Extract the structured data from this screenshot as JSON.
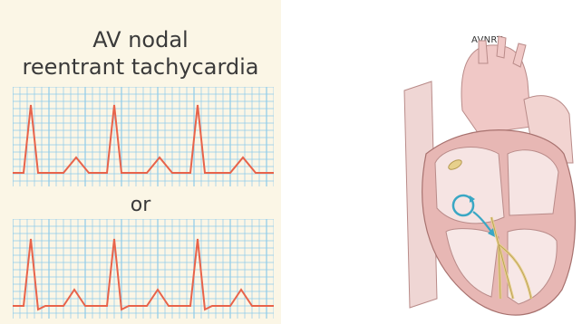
{
  "ecg_panel": {
    "title_line1": "AV nodal",
    "title_line2": "reentrant tachycardia",
    "separator": "or",
    "grid_color": "#8ecbea",
    "trace_color": "#e8634a",
    "background": "#fbf6e6"
  },
  "heart": {
    "label": "AVNRT",
    "tissue_color": "#e7b7b4",
    "conduction_color": "#e7d08c",
    "circuit_color": "#3aa7c4"
  }
}
